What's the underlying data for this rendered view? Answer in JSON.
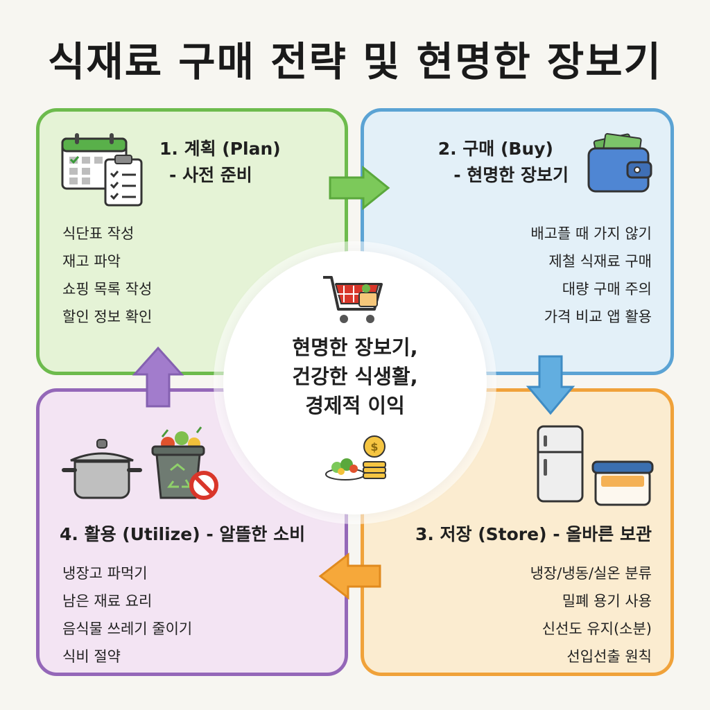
{
  "title": "식재료 구매 전략 및 현명한 장보기",
  "center": {
    "lines": [
      "현명한 장보기,",
      "건강한 식생활,",
      "경제적 이익"
    ]
  },
  "quadrants": {
    "plan": {
      "heading_line1": "1. 계획 (Plan)",
      "heading_line2": "- 사전 준비",
      "items": [
        "식단표 작성",
        "재고 파악",
        "쇼핑 목록 작성",
        "할인 정보 확인"
      ],
      "color": "#6dbb4d",
      "icons": [
        "calendar-icon",
        "checklist-clipboard-icon"
      ]
    },
    "buy": {
      "heading_line1": "2. 구매 (Buy)",
      "heading_line2": "- 현명한 장보기",
      "items": [
        "배고플 때 가지 않기",
        "제철 식재료 구매",
        "대량 구매 주의",
        "가격 비교 앱 활용"
      ],
      "color": "#5ba3d4",
      "icons": [
        "wallet-icon"
      ]
    },
    "store": {
      "heading": "3. 저장 (Store) - 올바른 보관",
      "items": [
        "냉장/냉동/실온 분류",
        "밀폐 용기 사용",
        "신선도 유지(소분)",
        "선입선출 원칙"
      ],
      "color": "#f0a23a",
      "icons": [
        "refrigerator-icon",
        "food-container-icon"
      ]
    },
    "utilize": {
      "heading": "4. 활용 (Utilize) - 알뜰한 소비",
      "items": [
        "냉장고 파먹기",
        "남은 재료 요리",
        "음식물 쓰레기 줄이기",
        "식비 절약"
      ],
      "color": "#9467b8",
      "icons": [
        "cooking-pot-icon",
        "food-waste-bin-icon"
      ]
    }
  },
  "center_icons": [
    "shopping-cart-icon",
    "salad-plate-icon",
    "coin-stack-icon"
  ],
  "arrow_colors": {
    "right": "#6dbb4d",
    "down": "#5ba3d4",
    "left": "#f0a23a",
    "up": "#9467b8"
  }
}
